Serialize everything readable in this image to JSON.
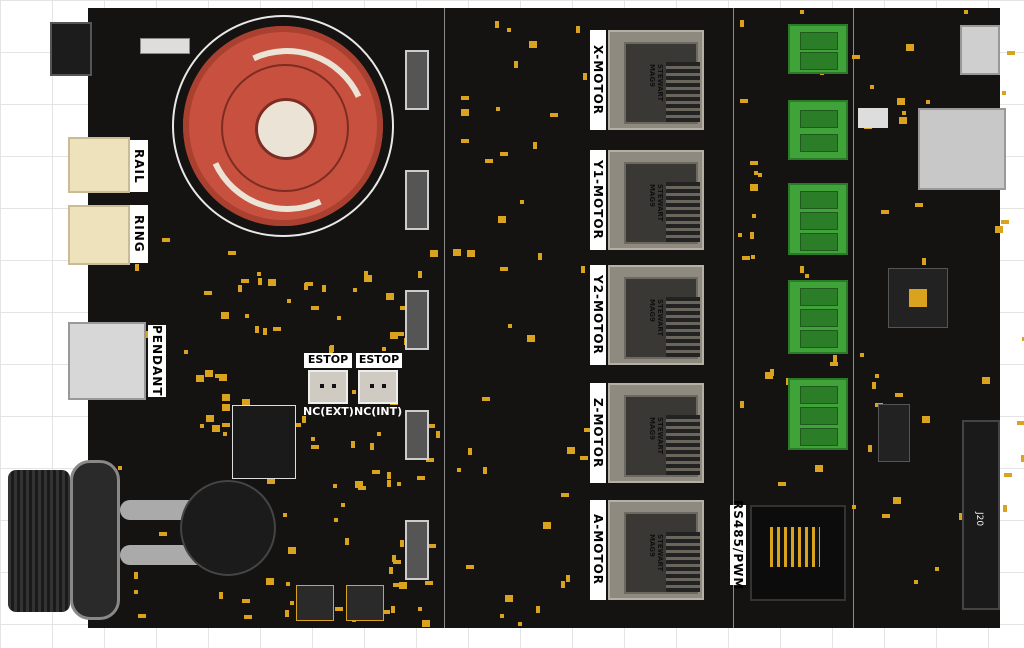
{
  "viewport": {
    "type": "PCB 3D render"
  },
  "board": {
    "connectors_left": {
      "rail": "RAIL",
      "ring": "RING",
      "pendant": "PENDANT"
    },
    "estop": [
      {
        "title": "ESTOP",
        "label": "NC(EXT)"
      },
      {
        "title": "ESTOP",
        "label": "NC(INT)"
      }
    ],
    "motors": [
      {
        "label": "X-MOTOR",
        "brand": "STEWART MAG9"
      },
      {
        "label": "Y1-MOTOR",
        "brand": "STEWART MAG9"
      },
      {
        "label": "Y2-MOTOR",
        "brand": "STEWART MAG9"
      },
      {
        "label": "Z-MOTOR",
        "brand": "STEWART MAG9"
      },
      {
        "label": "A-MOTOR",
        "brand": "STEWART MAG9"
      }
    ],
    "rs485": "RS485/PWM",
    "j20": "J20"
  },
  "colors": {
    "board": "#141311",
    "pad": "#d9a21f",
    "estop": "#c8503f",
    "terminal": "#3fa33a"
  }
}
